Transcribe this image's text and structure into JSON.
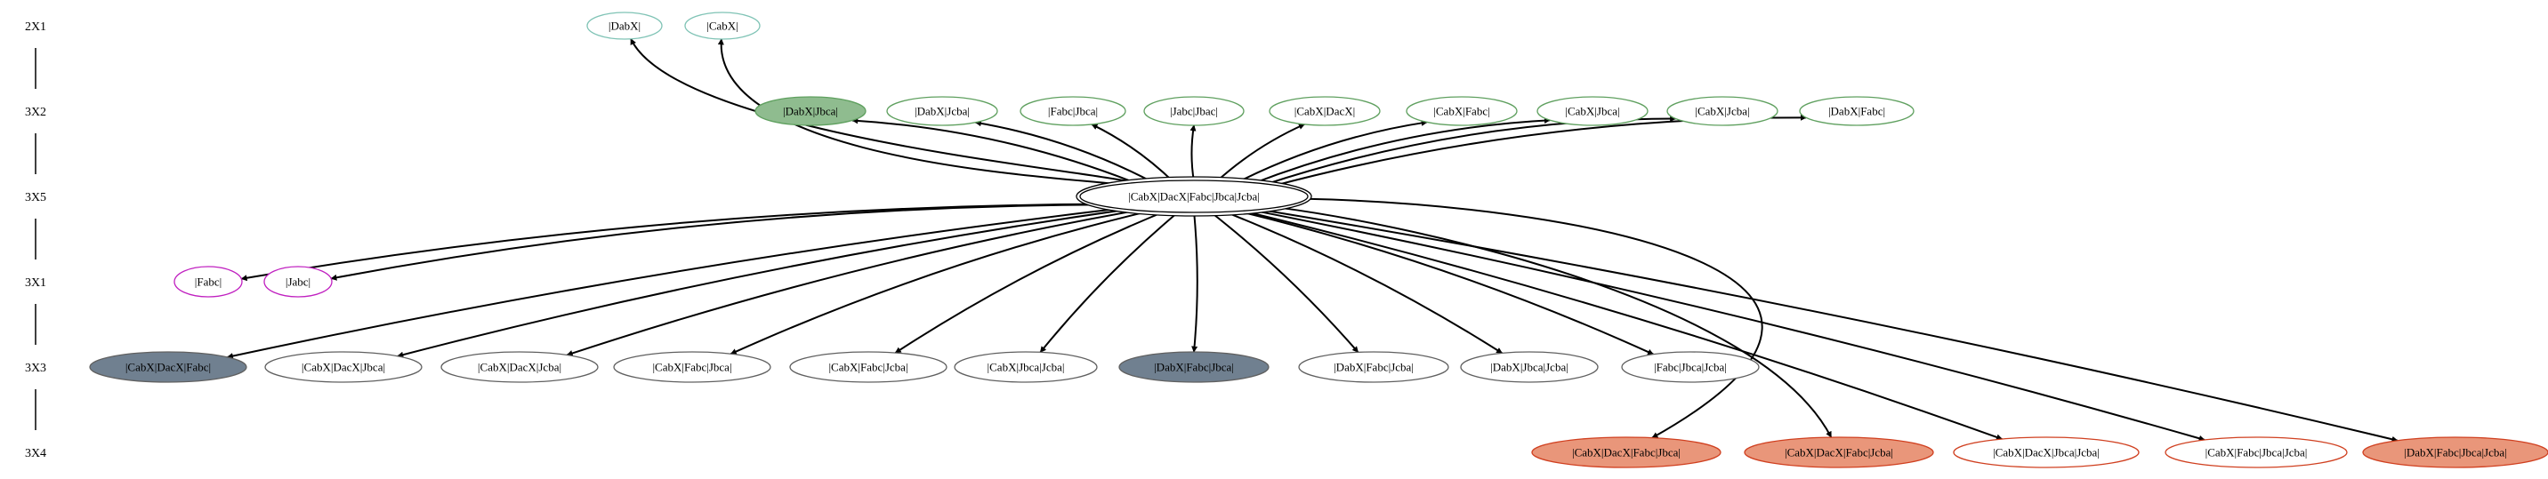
{
  "colors": {
    "teal": "#7fc3b5",
    "green": "#5fa05f",
    "green_fill": "#8fbc8f",
    "magenta": "#c020c0",
    "gray": "#606060",
    "slate_fill": "#708090",
    "red": "#d04020",
    "salmon_fill": "#e9967a",
    "edge": "#000000"
  },
  "levels": [
    "2X1",
    "3X2",
    "3X5",
    "3X1",
    "3X3",
    "3X4"
  ],
  "nodes": {
    "dabx": {
      "label": "|DabX|",
      "color": "teal",
      "fill": null
    },
    "cabx": {
      "label": "|CabX|",
      "color": "teal",
      "fill": null
    },
    "dabx_jbca": {
      "label": "|DabX|Jbca|",
      "color": "green",
      "fill": "green_fill"
    },
    "dabx_jcba": {
      "label": "|DabX|Jcba|",
      "color": "green",
      "fill": null
    },
    "fabc_jbca": {
      "label": "|Fabc|Jbca|",
      "color": "green",
      "fill": null
    },
    "jabc_jbac": {
      "label": "|Jabc|Jbac|",
      "color": "green",
      "fill": null
    },
    "cabx_dacx": {
      "label": "|CabX|DacX|",
      "color": "green",
      "fill": null
    },
    "cabx_fabc": {
      "label": "|CabX|Fabc|",
      "color": "green",
      "fill": null
    },
    "cabx_jbca": {
      "label": "|CabX|Jbca|",
      "color": "green",
      "fill": null
    },
    "cabx_jcba": {
      "label": "|CabX|Jcba|",
      "color": "green",
      "fill": null
    },
    "dabx_fabc": {
      "label": "|DabX|Fabc|",
      "color": "green",
      "fill": null
    },
    "center": {
      "label": "|CabX|DacX|Fabc|Jbca|Jcba|",
      "color": "edge",
      "fill": null
    },
    "fabc": {
      "label": "|Fabc|",
      "color": "magenta",
      "fill": null
    },
    "jabc": {
      "label": "|Jabc|",
      "color": "magenta",
      "fill": null
    },
    "cabx_dacx_fabc": {
      "label": "|CabX|DacX|Fabc|",
      "color": "gray",
      "fill": "slate_fill"
    },
    "cabx_dacx_jbca": {
      "label": "|CabX|DacX|Jbca|",
      "color": "gray",
      "fill": null
    },
    "cabx_dacx_jcba": {
      "label": "|CabX|DacX|Jcba|",
      "color": "gray",
      "fill": null
    },
    "cabx_fabc_jbca": {
      "label": "|CabX|Fabc|Jbca|",
      "color": "gray",
      "fill": null
    },
    "cabx_fabc_jcba": {
      "label": "|CabX|Fabc|Jcba|",
      "color": "gray",
      "fill": null
    },
    "cabx_jbca_jcba": {
      "label": "|CabX|Jbca|Jcba|",
      "color": "gray",
      "fill": null
    },
    "dabx_fabc_jbca": {
      "label": "|DabX|Fabc|Jbca|",
      "color": "gray",
      "fill": "slate_fill"
    },
    "dabx_fabc_jcba": {
      "label": "|DabX|Fabc|Jcba|",
      "color": "gray",
      "fill": null
    },
    "dabx_jbca_jcba": {
      "label": "|DabX|Jbca|Jcba|",
      "color": "gray",
      "fill": null
    },
    "fabc_jbca_jcba": {
      "label": "|Fabc|Jbca|Jcba|",
      "color": "gray",
      "fill": null
    },
    "cabx_dacx_fabc_jbca": {
      "label": "|CabX|DacX|Fabc|Jbca|",
      "color": "red",
      "fill": "salmon_fill"
    },
    "cabx_dacx_fabc_jcba": {
      "label": "|CabX|DacX|Fabc|Jcba|",
      "color": "red",
      "fill": "salmon_fill"
    },
    "cabx_dacx_jbca_jcba": {
      "label": "|CabX|DacX|Jbca|Jcba|",
      "color": "red",
      "fill": null
    },
    "cabx_fabc_jbca_jcba": {
      "label": "|CabX|Fabc|Jbca|Jcba|",
      "color": "red",
      "fill": null
    },
    "dabx_fabc_jbca_jcba": {
      "label": "|DabX|Fabc|Jbca|Jcba|",
      "color": "red",
      "fill": "salmon_fill"
    }
  },
  "edges": [
    {
      "from": "center",
      "to": "dabx"
    },
    {
      "from": "center",
      "to": "cabx"
    },
    {
      "from": "center",
      "to": "dabx_jbca"
    },
    {
      "from": "center",
      "to": "dabx_jcba"
    },
    {
      "from": "center",
      "to": "fabc_jbca"
    },
    {
      "from": "center",
      "to": "jabc_jbac"
    },
    {
      "from": "center",
      "to": "cabx_dacx"
    },
    {
      "from": "center",
      "to": "cabx_fabc"
    },
    {
      "from": "center",
      "to": "cabx_jbca"
    },
    {
      "from": "center",
      "to": "cabx_jcba"
    },
    {
      "from": "center",
      "to": "dabx_fabc"
    },
    {
      "from": "center",
      "to": "fabc"
    },
    {
      "from": "center",
      "to": "jabc"
    },
    {
      "from": "center",
      "to": "cabx_dacx_fabc"
    },
    {
      "from": "center",
      "to": "cabx_dacx_jbca"
    },
    {
      "from": "center",
      "to": "cabx_dacx_jcba"
    },
    {
      "from": "center",
      "to": "cabx_fabc_jbca"
    },
    {
      "from": "center",
      "to": "cabx_fabc_jcba"
    },
    {
      "from": "center",
      "to": "cabx_jbca_jcba"
    },
    {
      "from": "center",
      "to": "dabx_fabc_jbca"
    },
    {
      "from": "center",
      "to": "dabx_fabc_jcba"
    },
    {
      "from": "center",
      "to": "dabx_jbca_jcba"
    },
    {
      "from": "center",
      "to": "fabc_jbca_jcba"
    },
    {
      "from": "center",
      "to": "cabx_dacx_fabc_jbca"
    },
    {
      "from": "center",
      "to": "cabx_dacx_fabc_jcba"
    },
    {
      "from": "center",
      "to": "cabx_dacx_jbca_jcba"
    },
    {
      "from": "center",
      "to": "cabx_fabc_jbca_jcba"
    },
    {
      "from": "center",
      "to": "dabx_fabc_jbca_jcba"
    }
  ]
}
